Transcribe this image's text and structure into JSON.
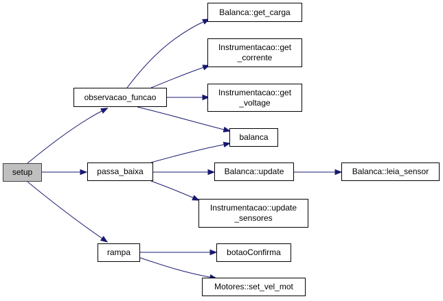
{
  "colors": {
    "edge": "#191970",
    "node_border": "#000000",
    "root_fill": "#bfbfbf"
  },
  "nodes": {
    "setup": "setup",
    "observacao_funcao": "observacao_funcao",
    "passa_baixa": "passa_baixa",
    "rampa": "rampa",
    "balanca_get_carga": "Balanca::get_carga",
    "instrumentacao_get_corrente": "Instrumentacao::get\n_corrente",
    "instrumentacao_get_voltage": "Instrumentacao::get\n_voltage",
    "balanca": "balanca",
    "balanca_update": "Balanca::update",
    "balanca_leia_sensor": "Balanca::leia_sensor",
    "instrumentacao_update_sensores": "Instrumentacao::update\n_sensores",
    "botao_confirma": "botaoConfirma",
    "motores_set_vel_mot": "Motores::set_vel_mot"
  },
  "edges": [
    [
      "setup",
      "observacao_funcao"
    ],
    [
      "setup",
      "passa_baixa"
    ],
    [
      "setup",
      "rampa"
    ],
    [
      "observacao_funcao",
      "balanca_get_carga"
    ],
    [
      "observacao_funcao",
      "instrumentacao_get_corrente"
    ],
    [
      "observacao_funcao",
      "instrumentacao_get_voltage"
    ],
    [
      "observacao_funcao",
      "balanca"
    ],
    [
      "passa_baixa",
      "balanca"
    ],
    [
      "passa_baixa",
      "balanca_update"
    ],
    [
      "passa_baixa",
      "instrumentacao_update_sensores"
    ],
    [
      "balanca_update",
      "balanca_leia_sensor"
    ],
    [
      "rampa",
      "botao_confirma"
    ],
    [
      "rampa",
      "motores_set_vel_mot"
    ]
  ]
}
